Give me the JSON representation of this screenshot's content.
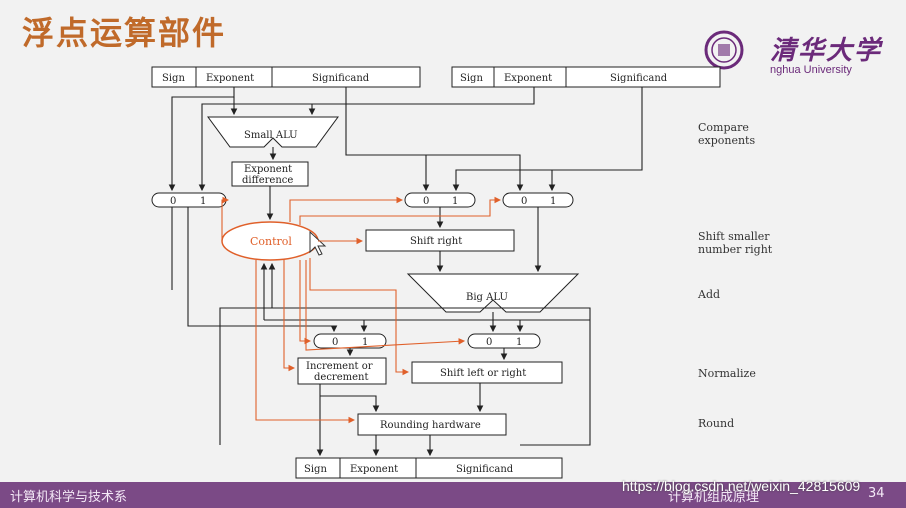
{
  "title": "浮点运算部件",
  "logo": {
    "name_cn": "清华大学",
    "name_en": "nghua University"
  },
  "inputs_left": {
    "sign": "Sign",
    "exponent": "Exponent",
    "significand": "Significand"
  },
  "inputs_right": {
    "sign": "Sign",
    "exponent": "Exponent",
    "significand": "Significand"
  },
  "outputs": {
    "sign": "Sign",
    "exponent": "Exponent",
    "significand": "Significand"
  },
  "blocks": {
    "small_alu": "Small ALU",
    "exp_diff_1": "Exponent",
    "exp_diff_2": "difference",
    "control": "Control",
    "shift_right": "Shift right",
    "big_alu": "Big ALU",
    "inc_dec_1": "Increment or",
    "inc_dec_2": "decrement",
    "shift_lr": "Shift left or right",
    "rounding": "Rounding hardware",
    "mux0": "0",
    "mux1": "1"
  },
  "side_labels": {
    "compare_1": "Compare",
    "compare_2": "exponents",
    "shift_1": "Shift smaller",
    "shift_2": "number right",
    "add": "Add",
    "normalize": "Normalize",
    "round": "Round"
  },
  "footer": {
    "left": "计算机科学与技术系",
    "right": "计算机组成原理",
    "page": "34",
    "watermark": "https://blog.csdn.net/weixin_42815609"
  },
  "colors": {
    "title": "#c06a2a",
    "control": "#e0602a",
    "footer_bg": "#7b4a86"
  }
}
